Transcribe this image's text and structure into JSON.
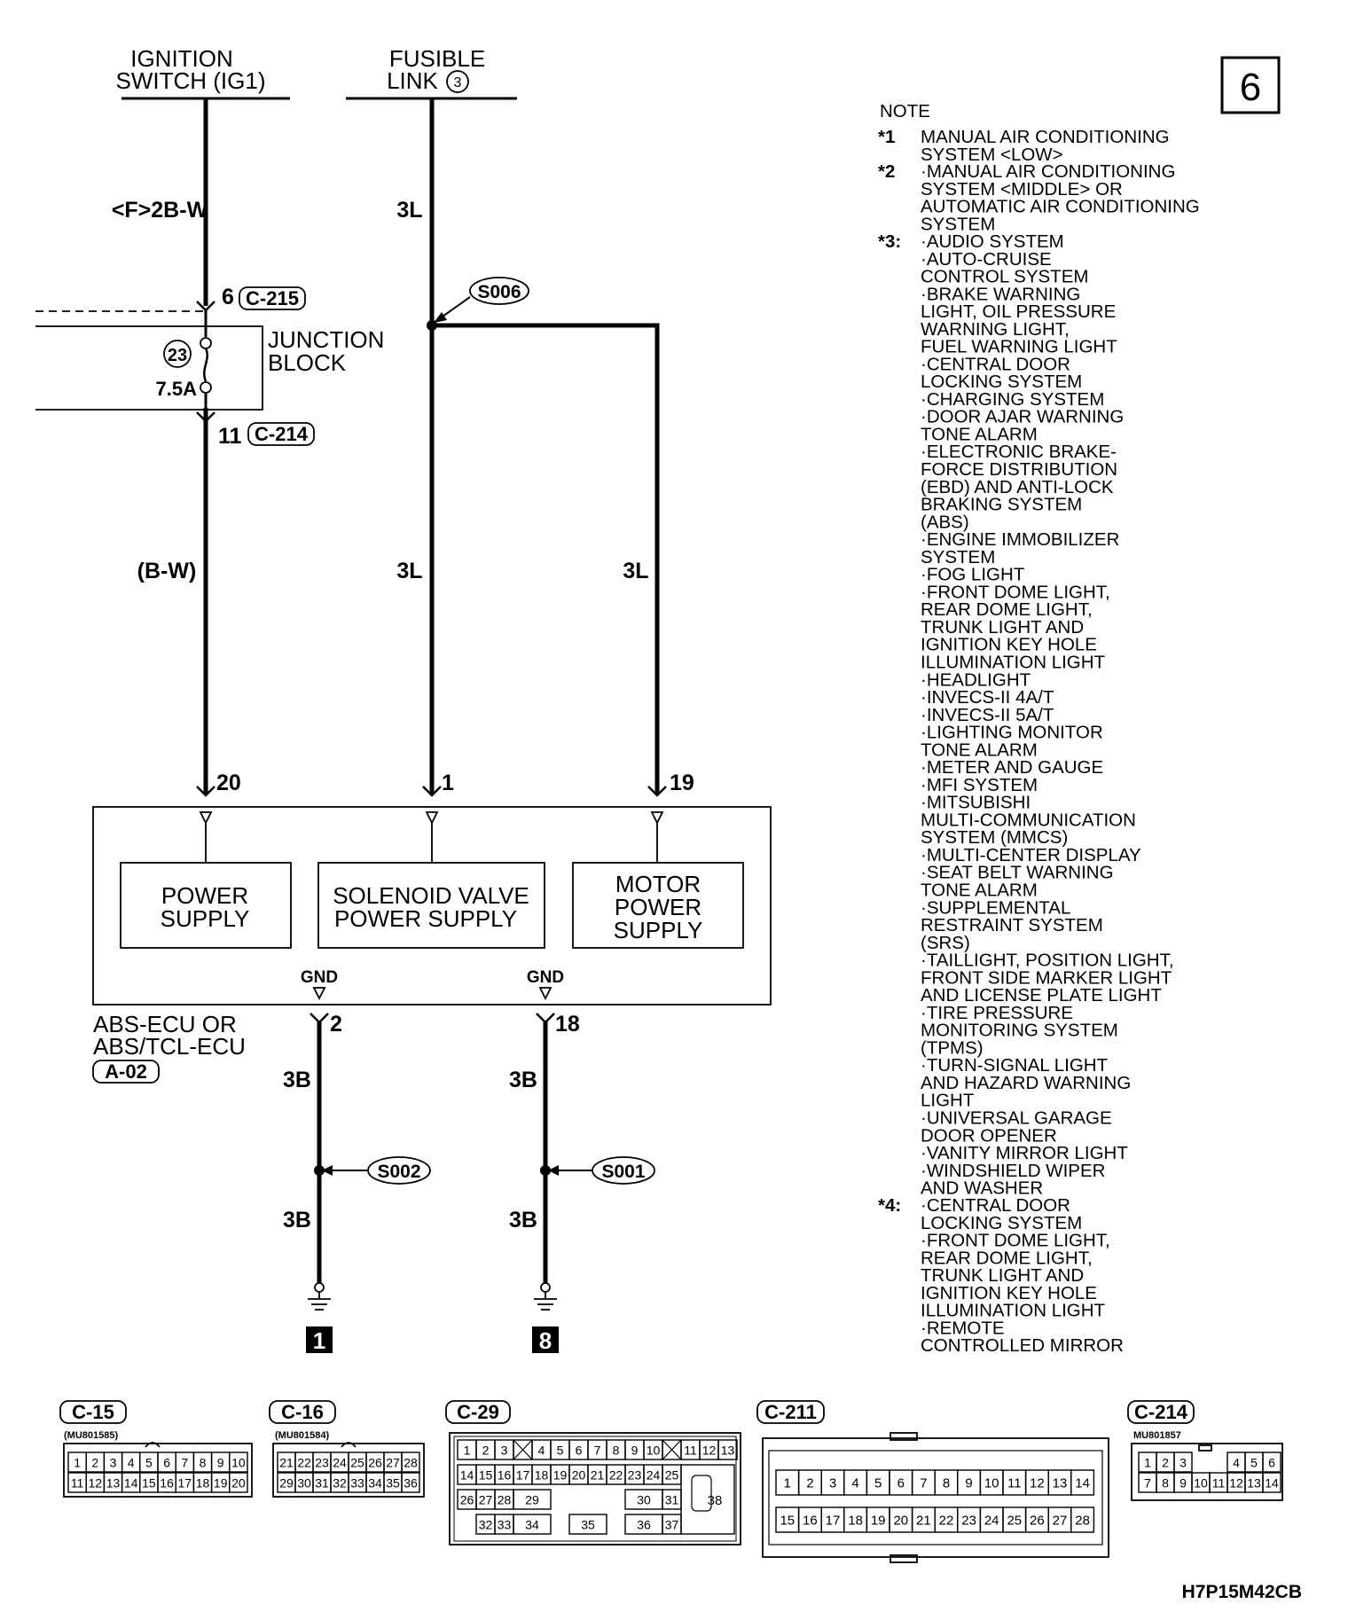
{
  "page_id": "6",
  "figure_code": "H7P15M42CB",
  "sources": {
    "ignition_switch": [
      "IGNITION",
      "SWITCH (IG1)"
    ],
    "fusible_link": [
      "FUSIBLE",
      "LINK"
    ],
    "fusible_link_num": "3"
  },
  "wires": {
    "ig_top": "<F>2B-W",
    "ig_bottom": "(B-W)",
    "fl_top": "3L",
    "fl_mid": "3L",
    "fl_branch": "3L",
    "gnd_a_top": "3B",
    "gnd_a_bottom": "3B",
    "gnd_b_top": "3B",
    "gnd_b_bottom": "3B"
  },
  "splices": {
    "s006": "S006",
    "s002": "S002",
    "s001": "S001"
  },
  "junction_block": {
    "label": [
      "JUNCTION",
      "BLOCK"
    ],
    "fuse_no": "23",
    "fuse_rating": "7.5A",
    "in_pin": "6",
    "in_conn": "C-215",
    "out_pin": "11",
    "out_conn": "C-214"
  },
  "ecu": {
    "pins": {
      "power": "20",
      "solenoid": "1",
      "motor": "19",
      "gnd_a": "2",
      "gnd_b": "18"
    },
    "gnd_label": "GND",
    "boxes": {
      "power": [
        "POWER",
        "SUPPLY"
      ],
      "solenoid": [
        "SOLENOID VALVE",
        "POWER SUPPLY"
      ],
      "motor": [
        "MOTOR",
        "POWER",
        "SUPPLY"
      ]
    },
    "name": [
      "ABS-ECU OR",
      "ABS/TCL-ECU"
    ],
    "connector": "A-02"
  },
  "grounds": {
    "left": "1",
    "right": "8"
  },
  "notes": {
    "title": "NOTE",
    "star1_mark": "*1",
    "star1": [
      "MANUAL AIR CONDITIONING",
      "SYSTEM <LOW>"
    ],
    "star2_mark": "*2",
    "star2": [
      "·MANUAL AIR CONDITIONING",
      "SYSTEM <MIDDLE> OR",
      "AUTOMATIC AIR CONDITIONING",
      "SYSTEM"
    ],
    "star3_mark": "*3:",
    "star3": [
      "·AUDIO SYSTEM",
      "·AUTO-CRUISE",
      "CONTROL SYSTEM",
      "·BRAKE WARNING",
      "LIGHT, OIL PRESSURE",
      "WARNING LIGHT,",
      "FUEL WARNING LIGHT",
      "·CENTRAL DOOR",
      "LOCKING SYSTEM",
      "·CHARGING SYSTEM",
      "·DOOR AJAR WARNING",
      "TONE ALARM",
      "·ELECTRONIC BRAKE-",
      "FORCE DISTRIBUTION",
      "(EBD) AND ANTI-LOCK",
      "BRAKING SYSTEM",
      "(ABS)",
      "·ENGINE IMMOBILIZER",
      "SYSTEM",
      "·FOG LIGHT",
      "·FRONT DOME LIGHT,",
      "REAR DOME LIGHT,",
      "TRUNK LIGHT AND",
      "IGNITION KEY HOLE",
      "ILLUMINATION LIGHT",
      "·HEADLIGHT",
      "·INVECS-II 4A/T",
      "·INVECS-II 5A/T",
      "·LIGHTING MONITOR",
      "TONE ALARM",
      "·METER AND GAUGE",
      "·MFI SYSTEM",
      "·MITSUBISHI",
      "MULTI-COMMUNICATION",
      "SYSTEM (MMCS)",
      "·MULTI-CENTER DISPLAY",
      "·SEAT BELT WARNING",
      "TONE ALARM",
      "·SUPPLEMENTAL",
      "RESTRAINT SYSTEM",
      "(SRS)",
      "·TAILLIGHT, POSITION LIGHT,",
      "FRONT SIDE MARKER LIGHT",
      "AND LICENSE PLATE LIGHT",
      "·TIRE PRESSURE",
      "MONITORING SYSTEM",
      "(TPMS)",
      "·TURN-SIGNAL LIGHT",
      "AND HAZARD WARNING",
      "LIGHT",
      "·UNIVERSAL GARAGE",
      "DOOR OPENER",
      "·VANITY MIRROR LIGHT",
      "·WINDSHIELD WIPER",
      "AND WASHER"
    ],
    "star4_mark": "*4:",
    "star4": [
      "·CENTRAL DOOR",
      "LOCKING SYSTEM",
      "·FRONT DOME LIGHT,",
      "REAR DOME LIGHT,",
      "TRUNK LIGHT AND",
      "IGNITION KEY HOLE",
      "ILLUMINATION LIGHT",
      "·REMOTE",
      "CONTROLLED MIRROR"
    ]
  },
  "connectors": {
    "c15": {
      "label": "C-15",
      "part": "(MU801585)"
    },
    "c16": {
      "label": "C-16",
      "part": "(MU801584)"
    },
    "c29": {
      "label": "C-29"
    },
    "c211": {
      "label": "C-211"
    },
    "c214": {
      "label": "C-214",
      "part": "MU801857"
    }
  },
  "pins": {
    "c15_top": [
      "1",
      "2",
      "3",
      "4",
      "5",
      "6",
      "7",
      "8",
      "9",
      "10"
    ],
    "c15_bot": [
      "11",
      "12",
      "13",
      "14",
      "15",
      "16",
      "17",
      "18",
      "19",
      "20"
    ],
    "c16_top": [
      "21",
      "22",
      "23",
      "24",
      "25",
      "26",
      "27",
      "28"
    ],
    "c16_bot": [
      "29",
      "30",
      "31",
      "32",
      "33",
      "34",
      "35",
      "36"
    ],
    "c29_r1": [
      "1",
      "2",
      "3",
      "4",
      "5",
      "6",
      "7",
      "8",
      "9",
      "10",
      "11",
      "12",
      "13"
    ],
    "c29_r2a": [
      "14",
      "15",
      "16",
      "17",
      "18",
      "19",
      "20",
      "21",
      "22",
      "23",
      "24",
      "25"
    ],
    "c29_r3": [
      "26",
      "27",
      "28",
      "29",
      "30",
      "31"
    ],
    "c29_r4": [
      "32",
      "33",
      "34",
      "35",
      "36",
      "37"
    ],
    "c29_big": "38",
    "c211_top": [
      "1",
      "2",
      "3",
      "4",
      "5",
      "6",
      "7",
      "8",
      "9",
      "10",
      "11",
      "12",
      "13",
      "14"
    ],
    "c211_bot": [
      "15",
      "16",
      "17",
      "18",
      "19",
      "20",
      "21",
      "22",
      "23",
      "24",
      "25",
      "26",
      "27",
      "28"
    ],
    "c214_top": [
      "1",
      "2",
      "3",
      "4",
      "5",
      "6"
    ],
    "c214_bot": [
      "7",
      "8",
      "9",
      "10",
      "11",
      "12",
      "13",
      "14"
    ]
  }
}
